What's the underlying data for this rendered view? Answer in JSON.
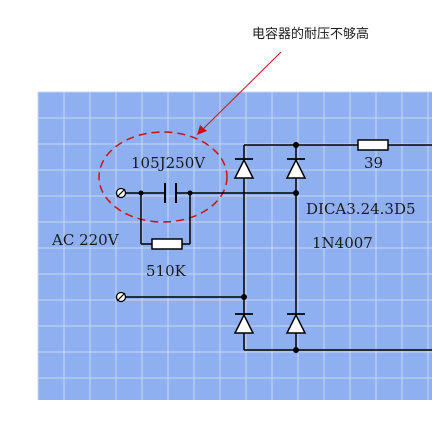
{
  "annotation": {
    "text": "电容器的耐压不够高",
    "color": "#d01010"
  },
  "labels": {
    "capacitor": "105J250V",
    "ac_source": "AC 220V",
    "resistor_parallel": "510K",
    "resistor_series": "39",
    "rectifier": "DICA3.24.3D5",
    "diode_model": "1N4007"
  },
  "colors": {
    "background": "#8fb0f0",
    "grid": "#c9d6f2",
    "wire": "#000000",
    "text": "#1a1a1a"
  }
}
